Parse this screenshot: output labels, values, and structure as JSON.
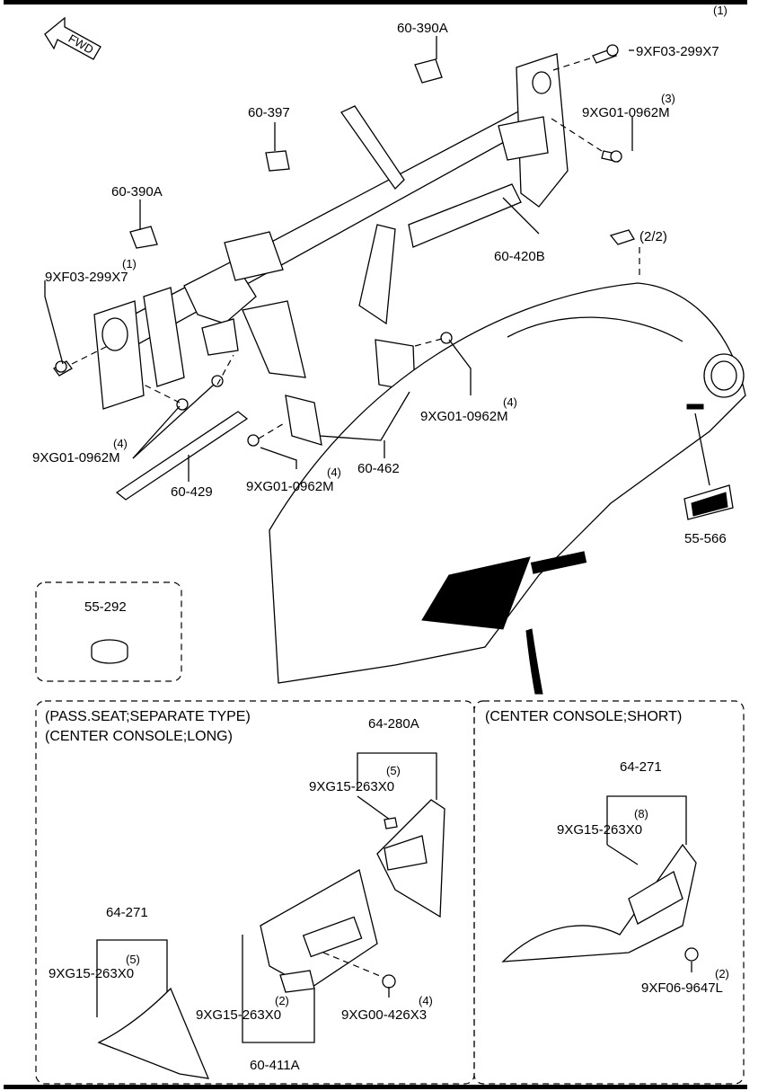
{
  "fwd_label": "FWD",
  "ref_page": "(2/2)",
  "labels": {
    "p60_390A_top": "60-390A",
    "p60_390A_left": "60-390A",
    "p60_397": "60-397",
    "p60_420B": "60-420B",
    "p60_462": "60-462",
    "p60_429": "60-429",
    "p55_566": "55-566",
    "p55_292": "55-292",
    "b9XF03_top": "9XF03-299X7",
    "b9XF03_top_qty": "(1)",
    "b9XF03_left": "9XF03-299X7",
    "b9XF03_left_qty": "(1)",
    "b9XG01_topright": "9XG01-0962M",
    "b9XG01_topright_qty": "(3)",
    "b9XG01_mid": "9XG01-0962M",
    "b9XG01_mid_qty": "(4)",
    "b9XG01_left": "9XG01-0962M",
    "b9XG01_left_qty": "(4)",
    "b9XG01_bottom": "9XG01-0962M",
    "b9XG01_bottom_qty": "(4)"
  },
  "panel_left": {
    "header_1": "(PASS.SEAT;SEPARATE TYPE)",
    "header_2": "(CENTER CONSOLE;LONG)",
    "p64_280A": "64-280A",
    "c9XG15_a": "9XG15-263X0",
    "c9XG15_a_qty": "(5)",
    "p64_271": "64-271",
    "c9XG15_b": "9XG15-263X0",
    "c9XG15_b_qty": "(5)",
    "c9XG15_c": "9XG15-263X0",
    "c9XG15_c_qty": "(2)",
    "c9XG00": "9XG00-426X3",
    "c9XG00_qty": "(4)",
    "p60_411A": "60-411A"
  },
  "panel_right": {
    "header": "(CENTER CONSOLE;SHORT)",
    "p64_271": "64-271",
    "c9XG15": "9XG15-263X0",
    "c9XG15_qty": "(8)",
    "c9XF06": "9XF06-9647L",
    "c9XF06_qty": "(2)"
  }
}
